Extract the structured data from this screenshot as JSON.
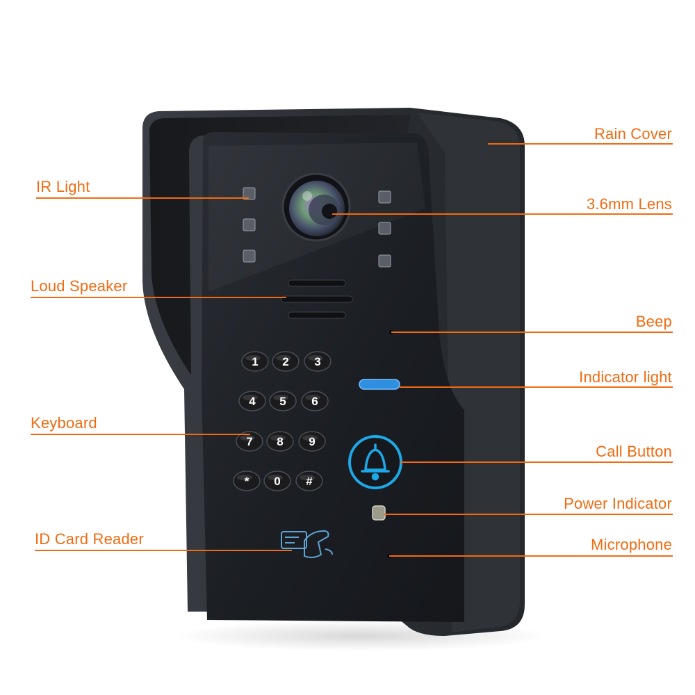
{
  "colors": {
    "label": "#f26a10",
    "leader": "#f26a10",
    "housing": "#2c2f34",
    "panel": "#1c1f24",
    "key": "#1b1b1d",
    "key_text": "#ffffff",
    "call_ring": "#1da8e8",
    "indicator": "#2f8fe0"
  },
  "callouts": [
    {
      "id": "rain-cover",
      "text": "Rain Cover"
    },
    {
      "id": "ir-light",
      "text": "IR Light"
    },
    {
      "id": "lens",
      "text": "3.6mm Lens"
    },
    {
      "id": "loud-speaker",
      "text": "Loud Speaker"
    },
    {
      "id": "beep",
      "text": "Beep"
    },
    {
      "id": "indicator-light",
      "text": "Indicator light"
    },
    {
      "id": "keyboard",
      "text": "Keyboard"
    },
    {
      "id": "call-button",
      "text": "Call Button"
    },
    {
      "id": "power-indicator",
      "text": "Power Indicator"
    },
    {
      "id": "id-card-reader",
      "text": "ID Card Reader"
    },
    {
      "id": "microphone",
      "text": "Microphone"
    }
  ],
  "keypad": [
    "1",
    "2",
    "3",
    "4",
    "5",
    "6",
    "7",
    "8",
    "9",
    "*",
    "0",
    "#"
  ],
  "icons": {
    "lens": "camera-lens-icon",
    "call": "bell-icon",
    "card_reader": "card-reader-icon"
  }
}
